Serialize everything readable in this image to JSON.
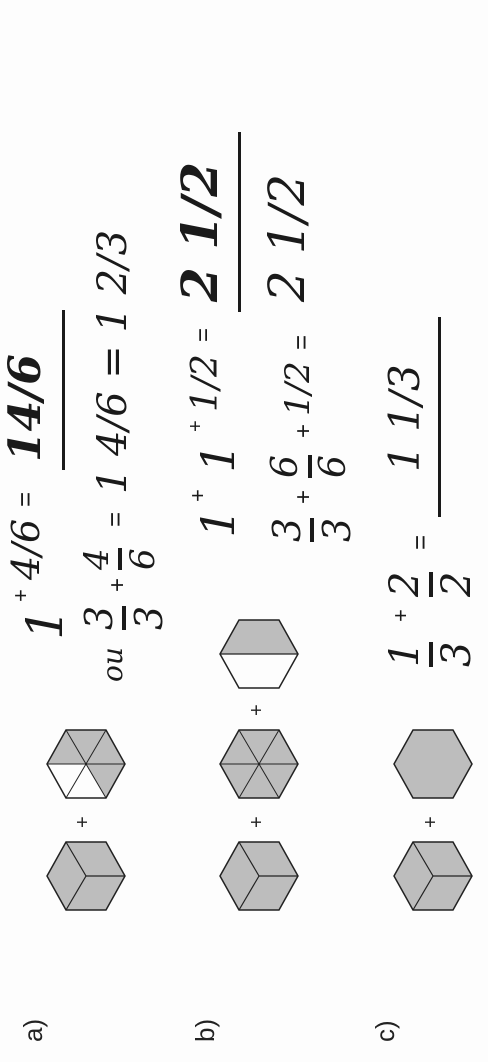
{
  "rows": {
    "a": {
      "label": "a)",
      "plus_between_shapes": "+",
      "eq_plus": "+",
      "eq_equals": "=",
      "addend1": {
        "num": "1",
        "den": ""
      },
      "addend2": {
        "num": "4/6",
        "den": ""
      },
      "answer": "14/6",
      "work_prefix": "ou",
      "work_frac1": {
        "num": "3",
        "den": "3"
      },
      "work_plus": "+",
      "work_frac2": {
        "num": "4",
        "den": "6"
      },
      "work_eq": "=",
      "work_result": "1 4/6 = 1 2/3"
    },
    "b": {
      "label": "b)",
      "plus_between_shapes": "+",
      "plus_between_shapes2": "+",
      "eq_plus": "+",
      "eq_plus2": "+",
      "eq_equals": "=",
      "addend1": {
        "num": "1",
        "den": ""
      },
      "addend2": {
        "num": "1",
        "den": ""
      },
      "addend3": {
        "num": "1/2",
        "den": ""
      },
      "answer": "2 1/2",
      "work_frac1": {
        "num": "3",
        "den": "3"
      },
      "work_plus": "+",
      "work_frac2": {
        "num": "6",
        "den": "6"
      },
      "work_plus2": "+",
      "work_frac3": "1/2",
      "work_eq": "=",
      "work_result": "2 1/2"
    },
    "c": {
      "label": "c)",
      "plus_between_shapes": "+",
      "eq_plus": "+",
      "eq_equals": "=",
      "addend1": {
        "num": "1",
        "den": "3"
      },
      "addend2": {
        "num": "2",
        "den": "2"
      },
      "answer": "1 1/3"
    }
  },
  "colors": {
    "fill_shaded": "#bdbdbd",
    "stroke": "#222222",
    "ink": "#1a1a1a"
  }
}
